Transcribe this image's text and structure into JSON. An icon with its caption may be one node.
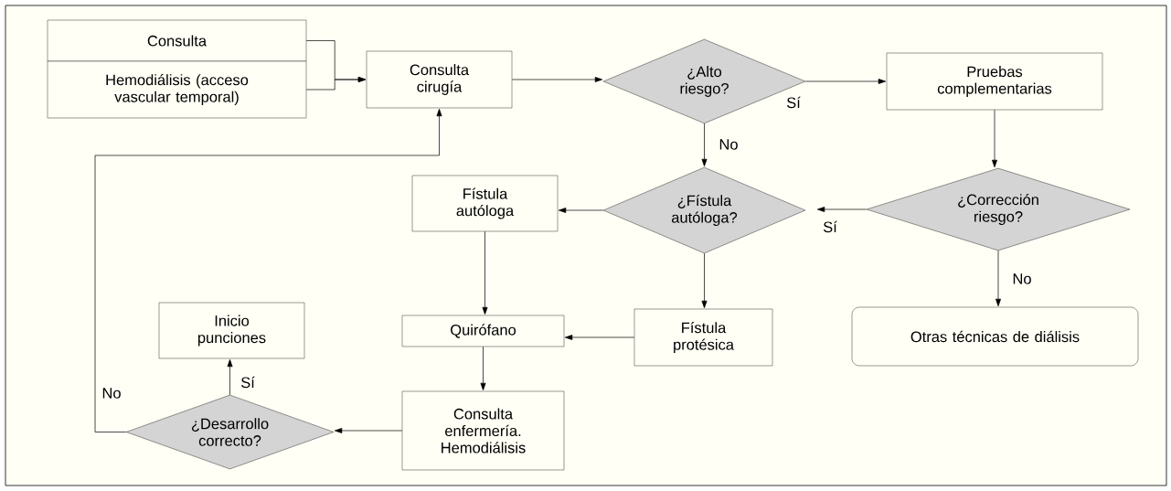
{
  "diagram": {
    "nodes": [
      {
        "text": [
          "Consulta"
        ]
      },
      {
        "text": [
          "Hemodiálisis (acceso vascular temporal)"
        ]
      },
      {
        "text": [
          "Consulta cirugía"
        ]
      },
      {
        "text": [
          "¿Alto riesgo?"
        ]
      },
      {
        "text": [
          "Pruebas complementarias"
        ]
      },
      {
        "text": [
          "¿Fístula autóloga?"
        ]
      },
      {
        "text": [
          "Fístula autóloga"
        ]
      },
      {
        "text": [
          "¿Corrección riesgo?"
        ]
      },
      {
        "text": [
          "Quirófano"
        ]
      },
      {
        "text": [
          "Fístula protésica"
        ]
      },
      {
        "text": [
          "Otras técnicas de diálisis"
        ]
      },
      {
        "text": [
          "Inicio punciones"
        ]
      },
      {
        "text": [
          "¿Desarrollo correcto?"
        ]
      },
      {
        "text": [
          "Consulta enfermería. Hemodiálisis"
        ]
      }
    ],
    "edges": [
      {
        "from": 0,
        "to": 2,
        "arrow": "to"
      },
      {
        "from": 1,
        "to": 2,
        "arrow": "to"
      },
      {
        "from": 2,
        "to": 3,
        "arrow": "to"
      },
      {
        "from": 3,
        "to": 4,
        "arrow": "to",
        "label": "Sí"
      },
      {
        "from": 3,
        "to": 5,
        "arrow": "to",
        "label": "No"
      },
      {
        "from": 4,
        "to": 7,
        "arrow": "to"
      },
      {
        "from": 7,
        "to": 5,
        "arrow": "to",
        "label": "Sí"
      },
      {
        "from": 5,
        "to": 6,
        "arrow": "to"
      },
      {
        "from": 5,
        "to": 9,
        "arrow": "to"
      },
      {
        "from": 6,
        "to": 8,
        "arrow": "to"
      },
      {
        "from": 9,
        "to": 8,
        "arrow": "to"
      },
      {
        "from": 7,
        "to": 10,
        "arrow": "to",
        "label": "No"
      },
      {
        "from": 8,
        "to": 13,
        "arrow": "to"
      },
      {
        "from": 13,
        "to": 12,
        "arrow": "to"
      },
      {
        "from": 12,
        "to": 11,
        "arrow": "to",
        "label": "Sí"
      },
      {
        "from": 12,
        "to": 2,
        "arrow": "to",
        "label": "No"
      }
    ]
  }
}
